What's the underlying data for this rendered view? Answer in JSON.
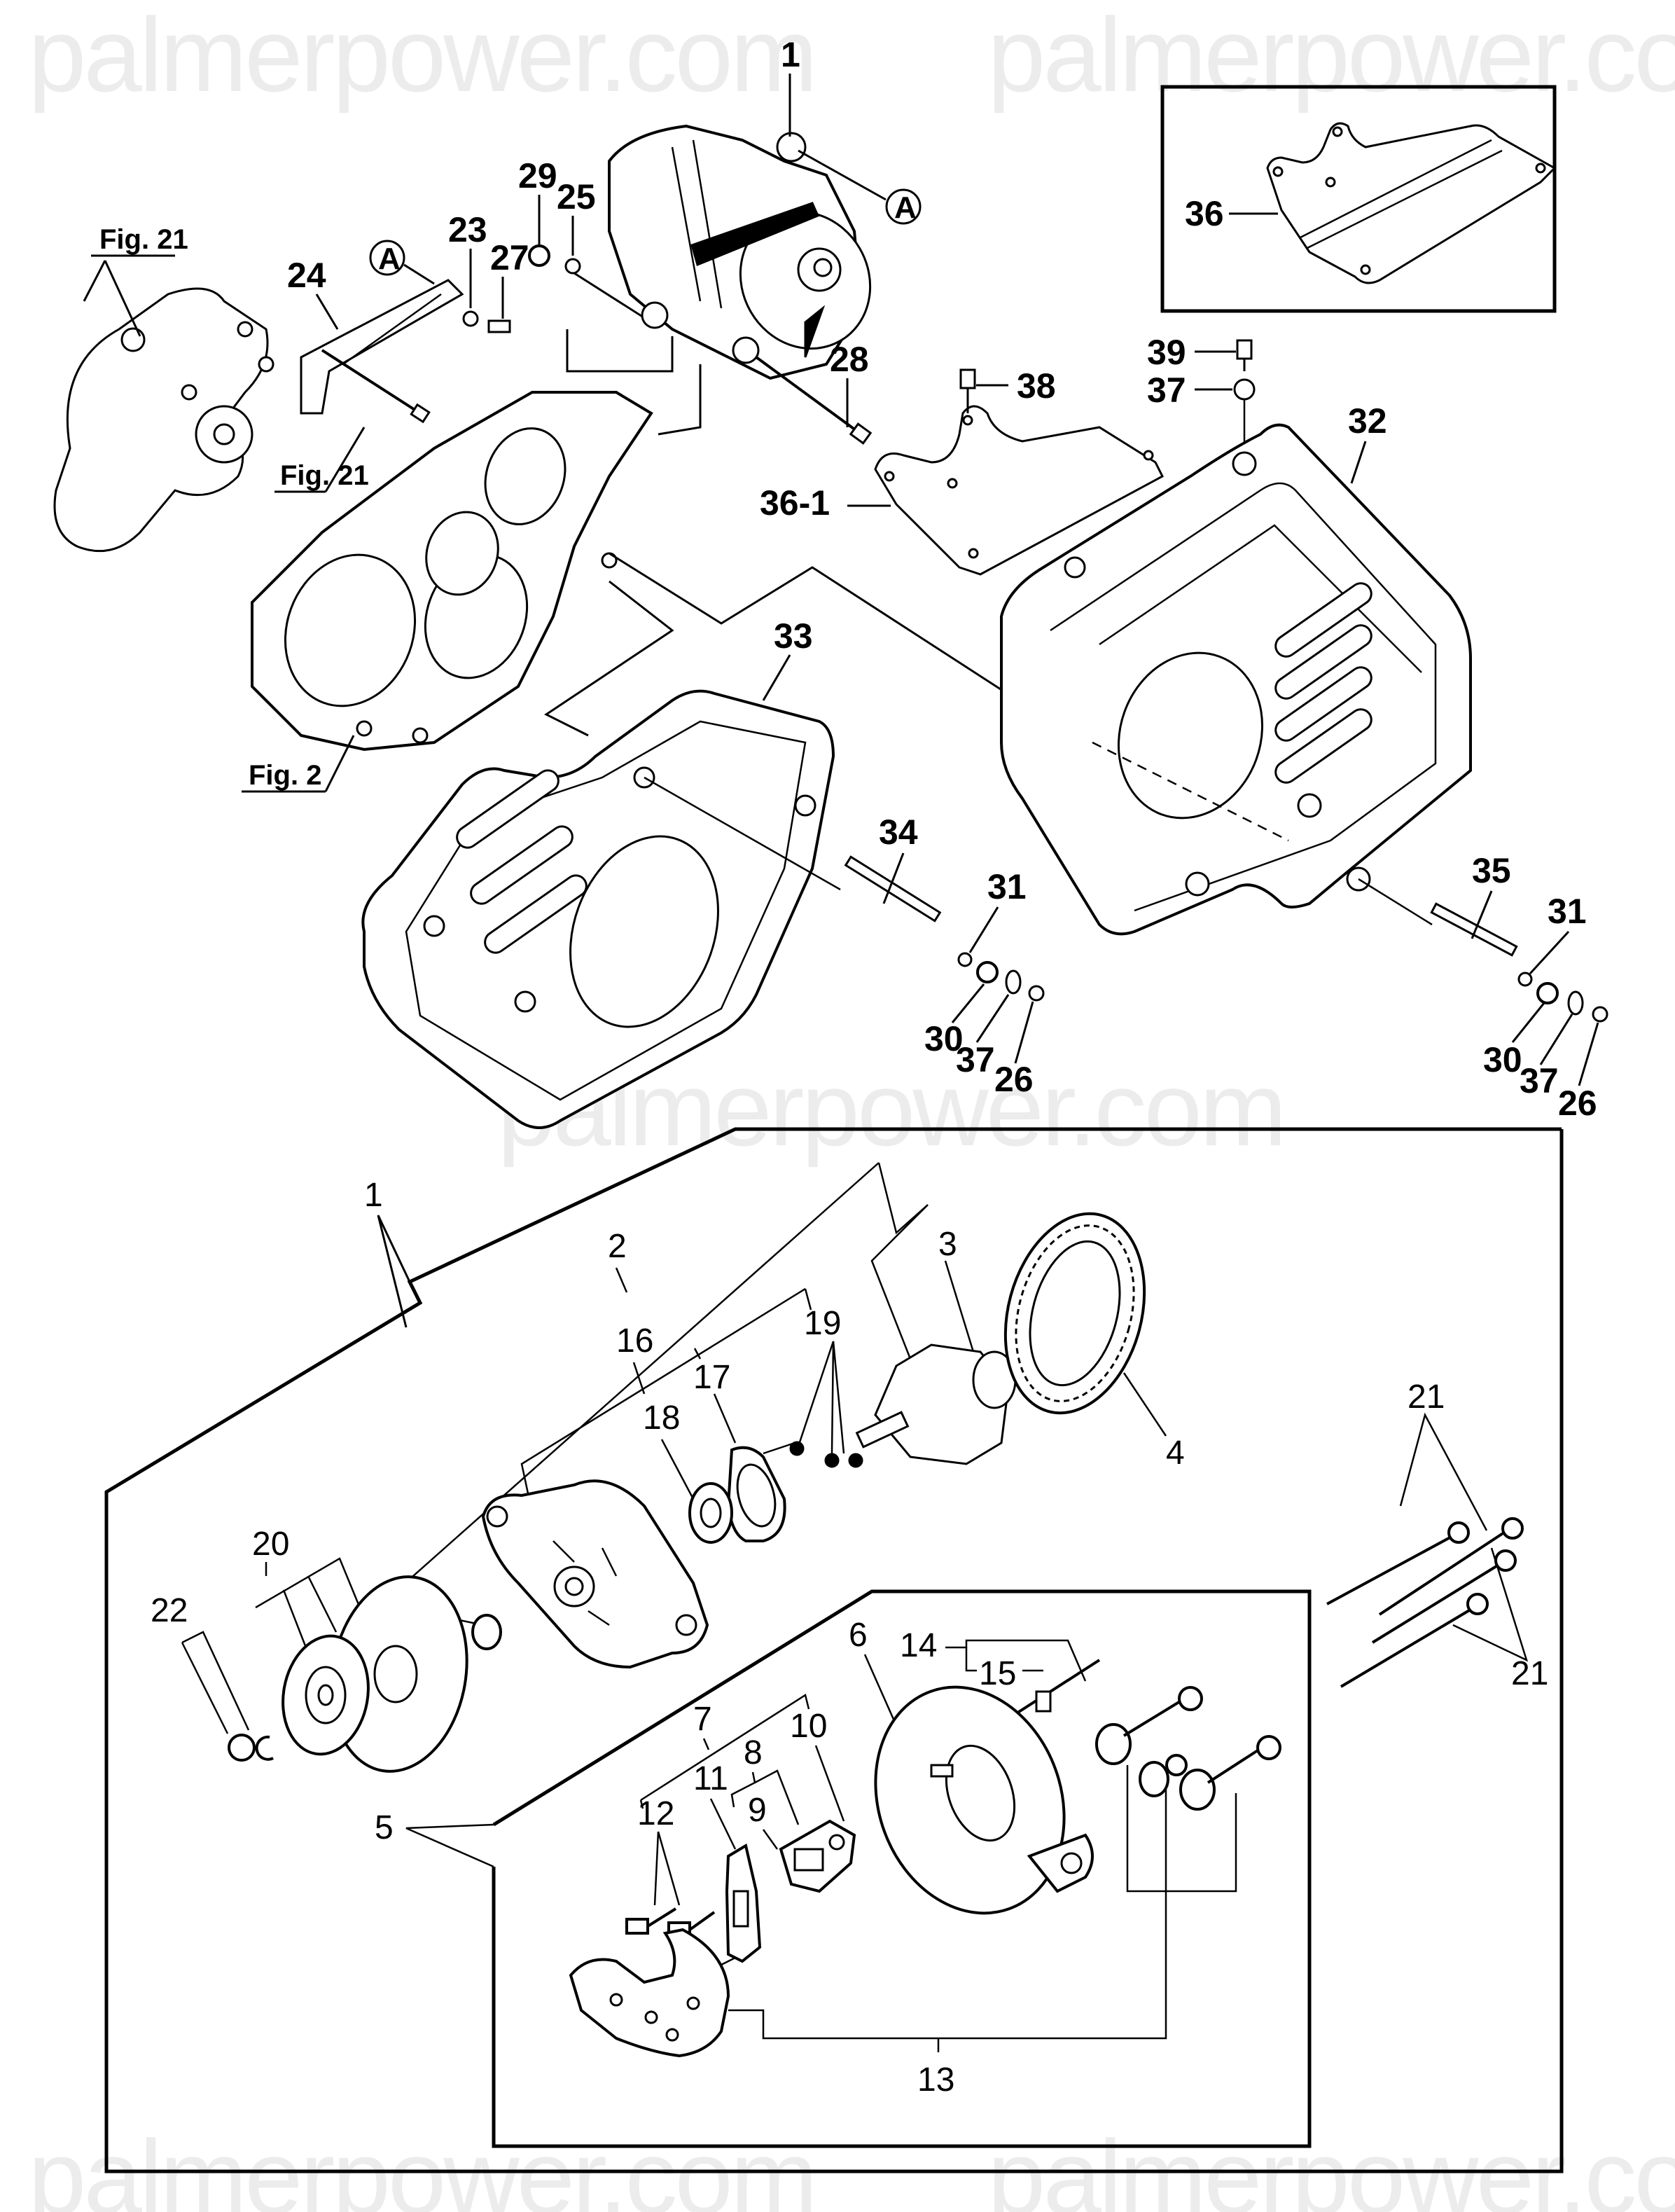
{
  "watermark": {
    "text": "palmerpower.com",
    "color": "#ececec"
  },
  "figure_refs": {
    "fig21_top": "Fig. 21",
    "fig21_bottom": "Fig. 21",
    "fig2": "Fig. 2"
  },
  "reference_markers": {
    "a_left": "A",
    "a_right": "A"
  },
  "upper_callouts": {
    "alternator": "1",
    "bracket": "24",
    "washer_23": "23",
    "bolt_27": "27",
    "nut_29": "29",
    "washer_25": "25",
    "bolt_28": "28",
    "bolt_38": "38",
    "bolt_39": "39",
    "washer_37_top": "37",
    "cover_32": "32",
    "plate_36_1": "36-1",
    "cover_33": "33",
    "stud_34": "34",
    "collar_31_left": "31",
    "grommet_30_left": "30",
    "washer_37_left": "37",
    "nut_26_left": "26",
    "stud_35": "35",
    "collar_31_right": "31",
    "grommet_30_right": "30",
    "washer_37_right": "37",
    "nut_26_right": "26"
  },
  "inset": {
    "plate_36": "36"
  },
  "lower_callouts": {
    "alternator_assy": "1",
    "frame_assy": "2",
    "rotor": "3",
    "stator": "4",
    "rear_frame_assy": "5",
    "rear_frame": "6",
    "regulator_assy": "7",
    "brush_holder": "8",
    "brush": "9",
    "terminal_10": "10",
    "terminal_11": "11",
    "screw_12": "12",
    "rectifier": "13",
    "bolt_14": "14",
    "insulator_15": "15",
    "drive_frame": "16",
    "retainer_17": "17",
    "bearing_18": "18",
    "screw_19": "19",
    "pulley_fan": "20",
    "through_bolt_top": "21",
    "through_bolt_bottom": "21",
    "nut_22": "22"
  }
}
